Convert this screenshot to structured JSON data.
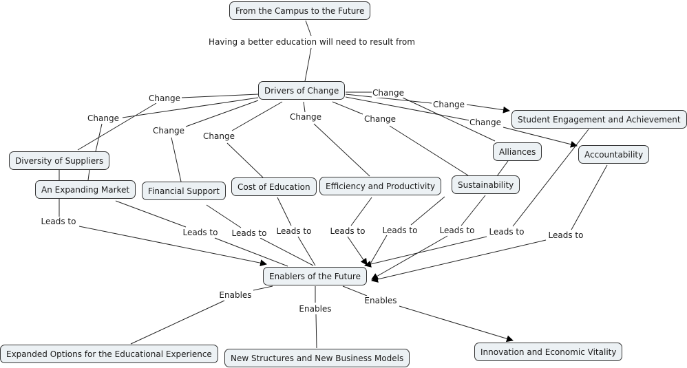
{
  "concepts": {
    "campus": "From the Campus to the Future",
    "drivers": "Drivers of Change",
    "diversity": "Diversity of Suppliers",
    "market": "An Expanding Market",
    "financial": "Financial Support",
    "cost": "Cost of Education",
    "efficiency": "Efficiency and Productivity",
    "sustainability": "Sustainability",
    "alliances": "Alliances",
    "student": "Student Engagement and Achievement",
    "accountability": "Accountability",
    "enablers": "Enablers of the Future",
    "expanded": "Expanded Options for the Educational Experience",
    "structures": "New Structures and New Business Models",
    "innovation": "Innovation and Economic Vitality"
  },
  "linking_phrases": {
    "result_from": "Having a better education will need to result from",
    "change": "Change",
    "leads_to": "Leads to",
    "enables": "Enables"
  }
}
